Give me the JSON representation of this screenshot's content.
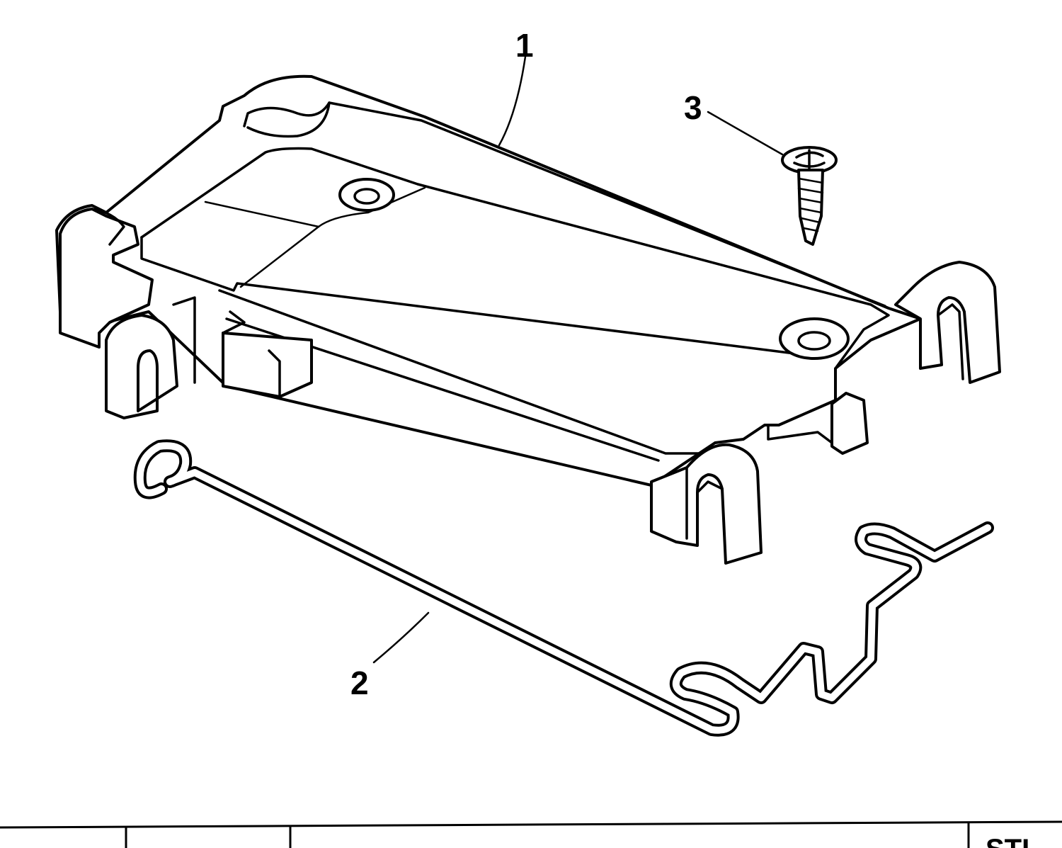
{
  "diagram": {
    "callouts": [
      {
        "id": "1",
        "label": "1",
        "part": "bracket"
      },
      {
        "id": "2",
        "label": "2",
        "part": "wire-retainer"
      },
      {
        "id": "3",
        "label": "3",
        "part": "screw"
      }
    ],
    "table": {
      "partial_text": "STI"
    }
  }
}
